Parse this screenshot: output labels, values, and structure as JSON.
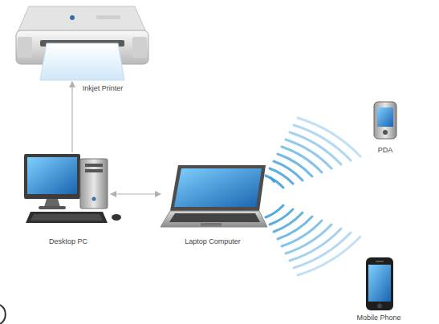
{
  "diagram": {
    "nodes": [
      {
        "text": [
          "Inkjet Printer"
        ]
      },
      {
        "text": [
          "Desktop PC"
        ]
      },
      {
        "text": [
          "Laptop Computer"
        ]
      },
      {
        "text": [
          "PDA"
        ]
      },
      {
        "text": [
          "Mobile Phone"
        ]
      }
    ],
    "edges": [
      {
        "from": 1,
        "to": 0,
        "arrow": "to"
      },
      {
        "from": 1,
        "to": 2,
        "arrow": "both"
      }
    ]
  }
}
